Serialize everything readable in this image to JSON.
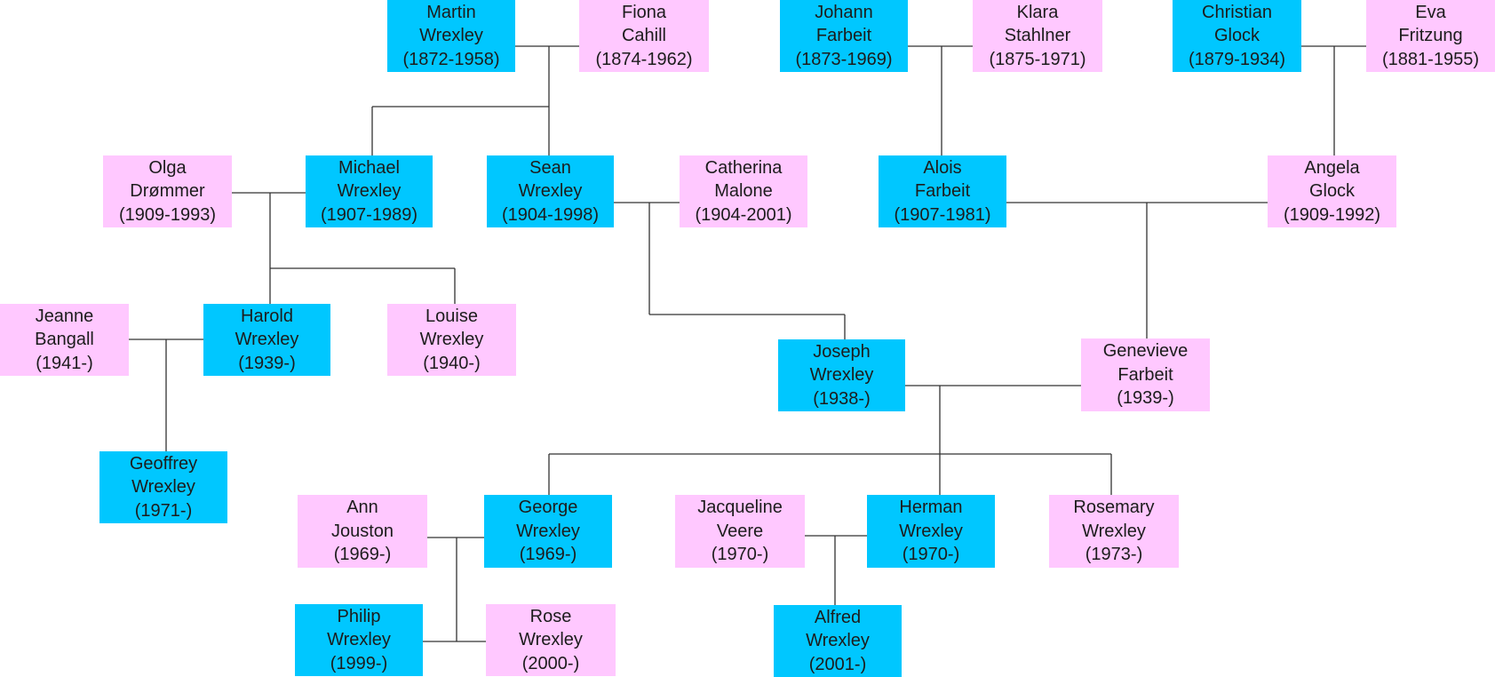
{
  "colors": {
    "male": "#00c7ff",
    "female": "#ffc8ff",
    "line": "#333333"
  },
  "people": [
    {
      "id": "martin",
      "first": "Martin",
      "last": "Wrexley",
      "years": "(1872-1958)",
      "sex": "m"
    },
    {
      "id": "fiona",
      "first": "Fiona",
      "last": "Cahill",
      "years": "(1874-1962)",
      "sex": "f"
    },
    {
      "id": "johann",
      "first": "Johann",
      "last": "Farbeit",
      "years": "(1873-1969)",
      "sex": "m"
    },
    {
      "id": "klara",
      "first": "Klara",
      "last": "Stahlner",
      "years": "(1875-1971)",
      "sex": "f"
    },
    {
      "id": "christian",
      "first": "Christian",
      "last": "Glock",
      "years": "(1879-1934)",
      "sex": "m"
    },
    {
      "id": "eva",
      "first": "Eva",
      "last": "Fritzung",
      "years": "(1881-1955)",
      "sex": "f"
    },
    {
      "id": "olga",
      "first": "Olga",
      "last": "Drømmer",
      "years": "(1909-1993)",
      "sex": "f"
    },
    {
      "id": "michael",
      "first": "Michael",
      "last": "Wrexley",
      "years": "(1907-1989)",
      "sex": "m"
    },
    {
      "id": "sean",
      "first": "Sean",
      "last": "Wrexley",
      "years": "(1904-1998)",
      "sex": "m"
    },
    {
      "id": "catherina",
      "first": "Catherina",
      "last": "Malone",
      "years": "(1904-2001)",
      "sex": "f"
    },
    {
      "id": "alois",
      "first": "Alois",
      "last": "Farbeit",
      "years": "(1907-1981)",
      "sex": "m"
    },
    {
      "id": "angela",
      "first": "Angela",
      "last": "Glock",
      "years": "(1909-1992)",
      "sex": "f"
    },
    {
      "id": "jeanne",
      "first": "Jeanne",
      "last": "Bangall",
      "years": "(1941-)",
      "sex": "f"
    },
    {
      "id": "harold",
      "first": "Harold",
      "last": "Wrexley",
      "years": "(1939-)",
      "sex": "m"
    },
    {
      "id": "louise",
      "first": "Louise",
      "last": "Wrexley",
      "years": "(1940-)",
      "sex": "f"
    },
    {
      "id": "joseph",
      "first": "Joseph",
      "last": "Wrexley",
      "years": "(1938-)",
      "sex": "m"
    },
    {
      "id": "genevieve",
      "first": "Genevieve",
      "last": "Farbeit",
      "years": "(1939-)",
      "sex": "f"
    },
    {
      "id": "geoffrey",
      "first": "Geoffrey",
      "last": "Wrexley",
      "years": "(1971-)",
      "sex": "m"
    },
    {
      "id": "ann",
      "first": "Ann",
      "last": "Jouston",
      "years": "(1969-)",
      "sex": "f"
    },
    {
      "id": "george",
      "first": "George",
      "last": "Wrexley",
      "years": "(1969-)",
      "sex": "m"
    },
    {
      "id": "jacqueline",
      "first": "Jacqueline",
      "last": "Veere",
      "years": "(1970-)",
      "sex": "f"
    },
    {
      "id": "herman",
      "first": "Herman",
      "last": "Wrexley",
      "years": "(1970-)",
      "sex": "m"
    },
    {
      "id": "rosemary",
      "first": "Rosemary",
      "last": "Wrexley",
      "years": "(1973-)",
      "sex": "f"
    },
    {
      "id": "philip",
      "first": "Philip",
      "last": "Wrexley",
      "years": "(1999-)",
      "sex": "m"
    },
    {
      "id": "rose",
      "first": "Rose",
      "last": "Wrexley",
      "years": "(2000-)",
      "sex": "f"
    },
    {
      "id": "alfred",
      "first": "Alfred",
      "last": "Wrexley",
      "years": "(2001-)",
      "sex": "m"
    }
  ],
  "unions": [
    {
      "partners": [
        "martin",
        "fiona"
      ],
      "children": [
        "michael",
        "sean"
      ]
    },
    {
      "partners": [
        "johann",
        "klara"
      ],
      "children": [
        "alois"
      ]
    },
    {
      "partners": [
        "christian",
        "eva"
      ],
      "children": [
        "angela"
      ]
    },
    {
      "partners": [
        "olga",
        "michael"
      ],
      "children": [
        "harold",
        "louise"
      ]
    },
    {
      "partners": [
        "sean",
        "catherina"
      ],
      "children": [
        "joseph"
      ]
    },
    {
      "partners": [
        "alois",
        "angela"
      ],
      "children": [
        "genevieve"
      ]
    },
    {
      "partners": [
        "jeanne",
        "harold"
      ],
      "children": [
        "geoffrey"
      ]
    },
    {
      "partners": [
        "joseph",
        "genevieve"
      ],
      "children": [
        "george",
        "herman",
        "rosemary"
      ]
    },
    {
      "partners": [
        "ann",
        "george"
      ],
      "children": [
        "philip",
        "rose"
      ]
    },
    {
      "partners": [
        "jacqueline",
        "herman"
      ],
      "children": [
        "alfred"
      ]
    }
  ]
}
